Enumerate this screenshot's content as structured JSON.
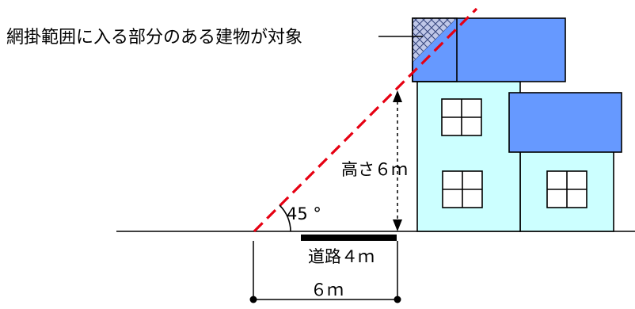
{
  "diagram": {
    "annotation": "網掛範囲に入る部分のある建物が対象",
    "height_label": "高さ６ｍ",
    "angle_label": "45 °",
    "road_label": "道路４ｍ",
    "distance_label": "６ｍ"
  },
  "colors": {
    "building_fill": "#ccffff",
    "roof_fill": "#6699ff",
    "hatch_fill": "#c0c8e8",
    "dashed_line": "#e60012",
    "ink": "#000000"
  }
}
